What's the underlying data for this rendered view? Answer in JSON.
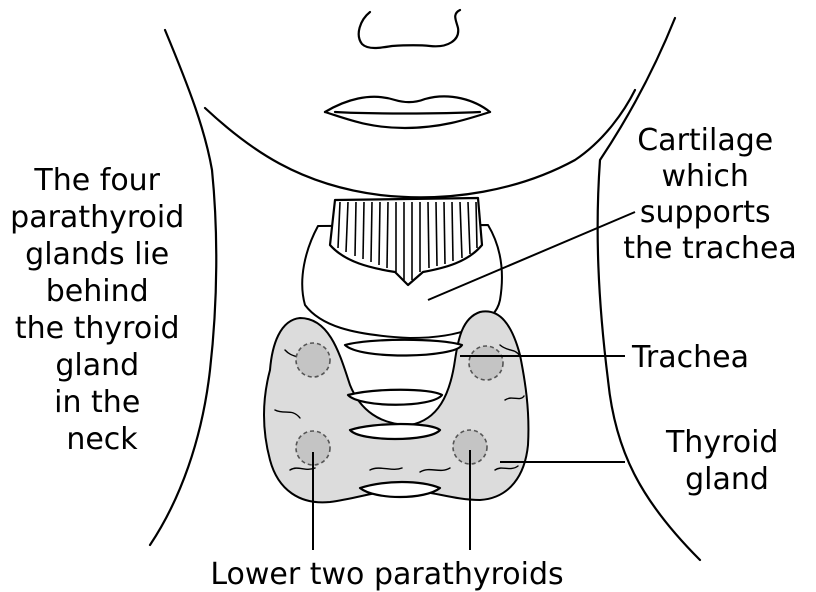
{
  "labels": {
    "four_parathyroids": [
      "The four",
      "parathyroid",
      "glands lie",
      "behind",
      "the thyroid",
      "gland",
      "in the",
      "neck"
    ],
    "cartilage": [
      "Cartilage",
      "which",
      "supports",
      "the trachea"
    ],
    "trachea": "Trachea",
    "thyroid": [
      "Thyroid",
      "gland"
    ],
    "lower_parathyroids": "Lower two parathyroids"
  }
}
